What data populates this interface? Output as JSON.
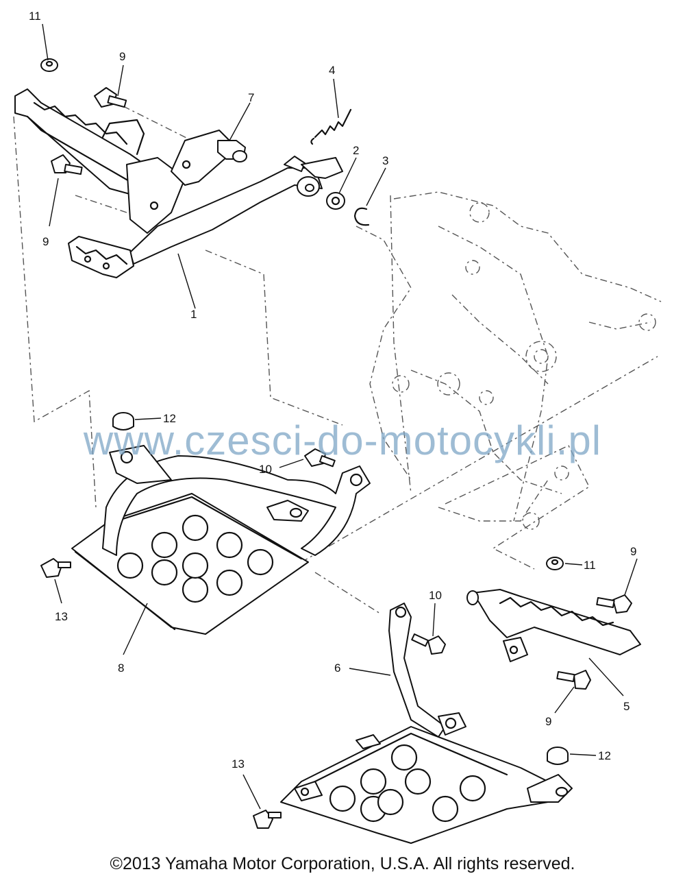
{
  "diagram": {
    "part_labels": [
      "11",
      "9",
      "4",
      "7",
      "2",
      "3",
      "9",
      "1",
      "12",
      "10",
      "13",
      "8",
      "11",
      "9",
      "10",
      "6",
      "5",
      "9",
      "13",
      "12"
    ]
  },
  "watermark": "www.czesci-do-motocykli.pl",
  "copyright": "©2013 Yamaha Motor Corporation, U.S.A. All rights reserved."
}
